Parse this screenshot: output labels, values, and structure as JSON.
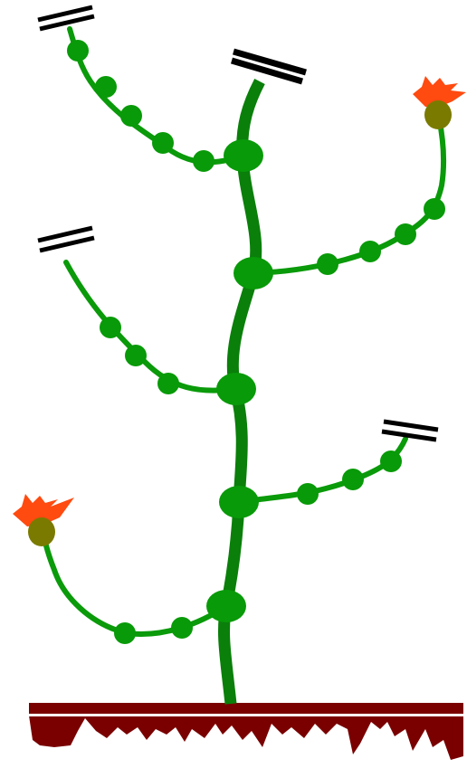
{
  "diagram": {
    "type": "plant-shoot-schematic",
    "colors": {
      "background": "#ffffff",
      "stem": "#0a7f0a",
      "branch": "#0a9a0a",
      "node": "#089a08",
      "soil": "#7a0000",
      "flower_petals": "#ff4a10",
      "flower_base": "#7a7a00",
      "cut_mark": "#000000"
    },
    "icons": {
      "cut_mark": "double-bar-cut-icon",
      "flower": "flower-icon",
      "node": "node-icon",
      "soil": "soil-icon"
    },
    "counts": {
      "branches": 6,
      "flowers": 2,
      "cut_branch_tips": 4
    }
  }
}
